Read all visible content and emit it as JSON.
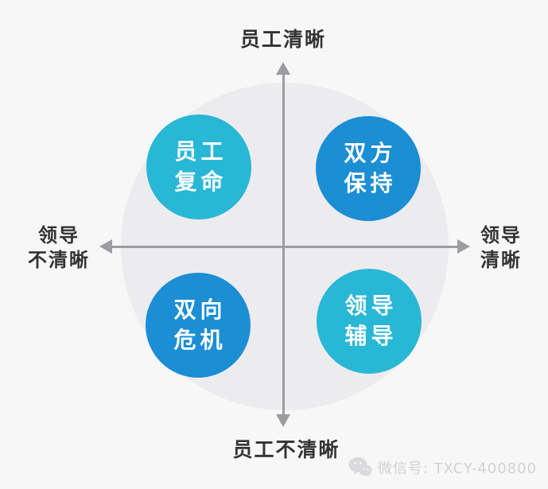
{
  "colors": {
    "page_background": "#f7f7f8",
    "backdrop_circle": "#ececef",
    "axis": "#9c9ca1",
    "axis_label_text": "#333333",
    "cyan_circle": "#29b7d6",
    "blue_circle": "#1b8ed4",
    "circle_text": "#ffffff",
    "watermark": "#d2d2d4"
  },
  "diagram": {
    "axes": {
      "top_label": "员工清晰",
      "bottom_label": "员工不清晰",
      "left_label_line1": "领导",
      "left_label_line2": "不清晰",
      "right_label_line1": "领导",
      "right_label_line2": "清晰"
    },
    "quadrants": {
      "top_left": {
        "line1": "员工",
        "line2": "复命",
        "color": "#29b7d6"
      },
      "top_right": {
        "line1": "双方",
        "line2": "保持",
        "color": "#1b8ed4"
      },
      "bottom_left": {
        "line1": "双向",
        "line2": "危机",
        "color": "#1b8ed4"
      },
      "bottom_right": {
        "line1": "领导",
        "line2": "辅导",
        "color": "#29b7d6"
      }
    }
  },
  "watermark": {
    "icon": "wechat-icon",
    "text": "微信号: TXCY-400800"
  }
}
